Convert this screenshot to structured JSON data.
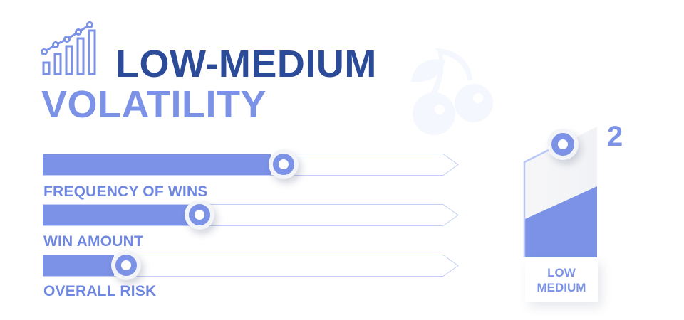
{
  "header": {
    "icon": "bar-chart-trend-icon",
    "title_line1": "LOW-MEDIUM",
    "title_line2": "VOLATILITY"
  },
  "background_icon": "cherry-icon",
  "sliders": [
    {
      "label": "FREQUENCY OF WINS",
      "value_percent": 57
    },
    {
      "label": "WIN AMOUNT",
      "value_percent": 38
    },
    {
      "label": "OVERALL RISK",
      "value_percent": 20
    }
  ],
  "gauge": {
    "level_number": "2",
    "label_line1": "LOW",
    "label_line2": "MEDIUM"
  },
  "colors": {
    "title_dark": "#2b4a97",
    "accent": "#7b92e6",
    "track_outline": "#c3cff5",
    "cherry_watermark": "#f5f7fe"
  }
}
